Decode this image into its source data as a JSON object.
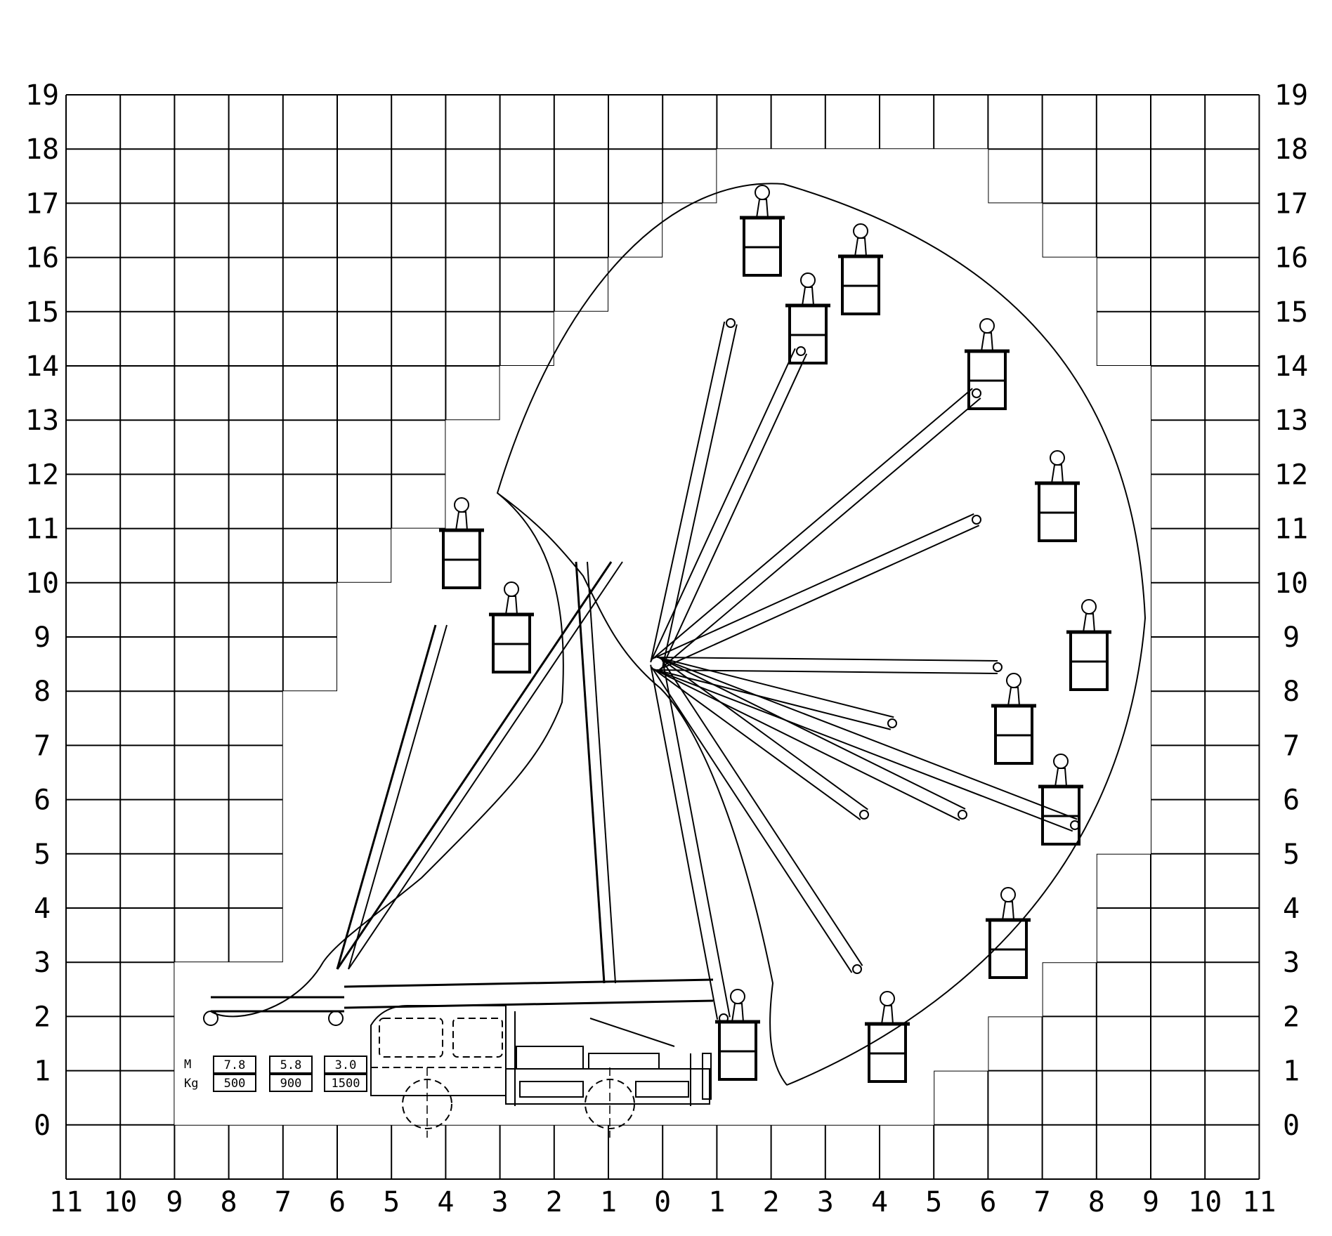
{
  "grid": {
    "y_ticks": [
      "0",
      "1",
      "2",
      "3",
      "4",
      "5",
      "6",
      "7",
      "8",
      "9",
      "10",
      "11",
      "12",
      "13",
      "14",
      "15",
      "16",
      "17",
      "18",
      "19"
    ],
    "x_ticks": [
      "11",
      "10",
      "9",
      "8",
      "7",
      "6",
      "5",
      "4",
      "3",
      "2",
      "1",
      "0",
      "1",
      "2",
      "3",
      "4",
      "5",
      "6",
      "7",
      "8",
      "9",
      "10",
      "11"
    ]
  },
  "load_table": {
    "row_labels": [
      "M",
      "Kg"
    ],
    "columns": [
      {
        "reach": "7.8",
        "load": "500"
      },
      {
        "reach": "5.8",
        "load": "900"
      },
      {
        "reach": "3.0",
        "load": "1500"
      }
    ]
  },
  "colors": {
    "line": "#000000",
    "background": "#ffffff"
  }
}
